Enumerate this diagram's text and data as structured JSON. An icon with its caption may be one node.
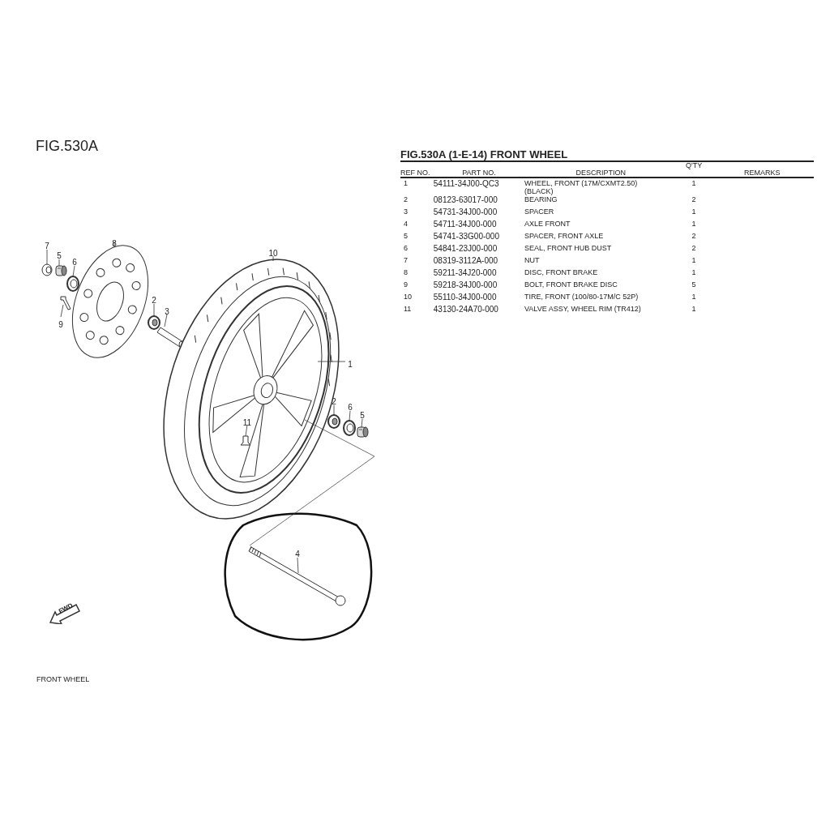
{
  "diagram": {
    "title": "FIG.530A",
    "caption": "FRONT WHEEL",
    "nodes": [
      {
        "text": [
          "7"
        ]
      },
      {
        "text": [],
        "shape": "picture"
      },
      {
        "text": [
          "5"
        ]
      },
      {
        "text": [],
        "shape": "picture"
      },
      {
        "text": [
          "6"
        ]
      },
      {
        "text": [],
        "shape": "picture"
      },
      {
        "text": [
          "8"
        ]
      },
      {
        "text": [],
        "shape": "picture"
      },
      {
        "text": [
          "9"
        ]
      },
      {
        "text": [],
        "shape": "picture"
      },
      {
        "text": [
          "2"
        ]
      },
      {
        "text": [],
        "shape": "picture"
      },
      {
        "text": [
          "3"
        ]
      },
      {
        "text": [],
        "shape": "picture"
      },
      {
        "text": [
          "10"
        ]
      },
      {
        "text": [],
        "shape": "picture"
      },
      {
        "text": [
          "1"
        ]
      },
      {
        "text": [],
        "shape": "picture",
        "in": 15
      },
      {
        "text": [
          "11"
        ],
        "in": 17
      },
      {
        "text": [],
        "shape": "picture",
        "in": 17
      },
      {
        "text": [
          "2"
        ]
      },
      {
        "text": [],
        "shape": "picture"
      },
      {
        "text": [
          "6"
        ]
      },
      {
        "text": [],
        "shape": "picture"
      },
      {
        "text": [
          "5"
        ]
      },
      {
        "text": [],
        "shape": "picture"
      },
      {
        "text": [
          "4"
        ]
      },
      {
        "text": [],
        "shape": "picture"
      },
      {
        "text": [
          "FWD"
        ]
      }
    ],
    "edges": [
      {
        "from": 0,
        "to": 1,
        "arrow": "none"
      },
      {
        "from": 2,
        "to": 3,
        "arrow": "none"
      },
      {
        "from": 4,
        "to": 5,
        "arrow": "none"
      },
      {
        "from": 6,
        "to": 7,
        "arrow": "none"
      },
      {
        "from": 8,
        "to": 9,
        "arrow": "none"
      },
      {
        "from": 10,
        "to": 11,
        "arrow": "none"
      },
      {
        "from": 12,
        "to": 13,
        "arrow": "none"
      },
      {
        "from": 14,
        "to": 15,
        "arrow": "none"
      },
      {
        "from": 16,
        "to": 17,
        "arrow": "none"
      },
      {
        "from": 18,
        "to": 19,
        "arrow": "none"
      },
      {
        "from": 20,
        "to": 21,
        "arrow": "none"
      },
      {
        "from": 22,
        "to": 23,
        "arrow": "none"
      },
      {
        "from": 24,
        "to": 25,
        "arrow": "none"
      },
      {
        "from": 26,
        "to": 27,
        "arrow": "none"
      },
      {
        "from": 27,
        "to": 17,
        "arrow": "none"
      }
    ],
    "labels": [
      "FIG.530A (1-E-14) FRONT WHEEL",
      "REF NO.",
      "PART NO.",
      "DESCRIPTION",
      "Q'TY",
      "REMARKS",
      "1",
      "54111-34J00-QC3",
      "WHEEL, FRONT (17M/CXMT2.50) (BLACK)",
      "1",
      "2",
      "08123-63017-000",
      "BEARING",
      "2",
      "3",
      "54731-34J00-000",
      "SPACER",
      "1",
      "4",
      "54711-34J00-000",
      "AXLE FRONT",
      "1",
      "5",
      "54741-33G00-000",
      "SPACER, FRONT AXLE",
      "2",
      "6",
      "54841-23J00-000",
      "SEAL, FRONT HUB DUST",
      "2",
      "7",
      "08319-3112A-000",
      "NUT",
      "1",
      "8",
      "59211-34J20-000",
      "DISC, FRONT BRAKE",
      "1",
      "9",
      "59218-34J00-000",
      "BOLT, FRONT BRAKE DISC",
      "5",
      "10",
      "55110-34J00-000",
      "TIRE, FRONT (100/80-17M/C 52P)",
      "1",
      "11",
      "43130-24A70-000",
      "VALVE ASSY, WHEEL RIM (TR412)",
      "1"
    ]
  }
}
